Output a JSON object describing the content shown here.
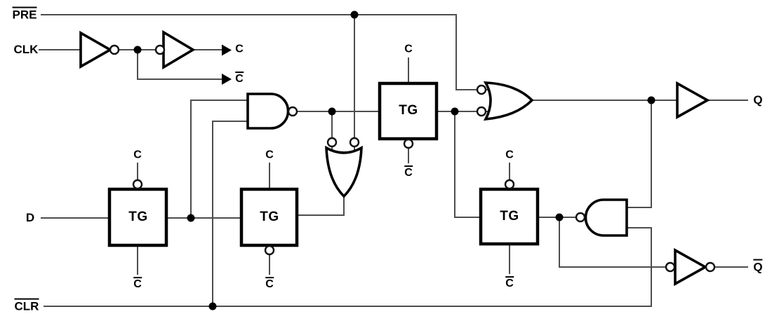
{
  "labels": {
    "pre": "PRE",
    "clk": "CLK",
    "d": "D",
    "clr": "CLR",
    "q": "Q",
    "q_bar": "Q",
    "c": "C",
    "c_bar": "C"
  },
  "transmission_gates": [
    {
      "label": "TG",
      "top_pin": "C",
      "bottom_pin": "C"
    },
    {
      "label": "TG",
      "top_pin": "C",
      "bottom_pin": "C"
    },
    {
      "label": "TG",
      "top_pin": "C",
      "bottom_pin": "C"
    },
    {
      "label": "TG",
      "top_pin": "C",
      "bottom_pin": "C"
    }
  ]
}
